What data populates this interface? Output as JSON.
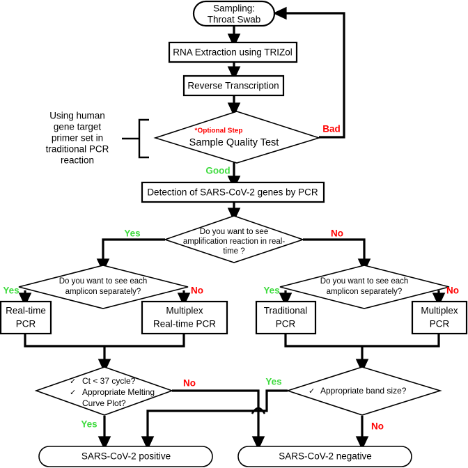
{
  "diagram": {
    "title": "SARS-CoV-2 RT-PCR diagnostic decision flowchart",
    "colors": {
      "yes": "#3fdb3f",
      "no": "#ff0000",
      "optional": "#ff0000",
      "line": "#000000",
      "background": "#ffffff"
    },
    "nodes": {
      "sampling": {
        "line1": "Sampling:",
        "line2": "Throat Swab",
        "shape": "oval"
      },
      "rna_extraction": {
        "label": "RNA Extraction using TRIZol",
        "shape": "rectangle"
      },
      "reverse_transcription": {
        "label": "Reverse Transcription",
        "shape": "rectangle"
      },
      "quality_test": {
        "optional_note": "*Optional Step",
        "label": "Sample Quality Test",
        "shape": "diamond"
      },
      "detection": {
        "label": "Detection of SARS-CoV-2 genes by PCR",
        "shape": "rectangle"
      },
      "realtime_question": {
        "line1": "Do you want to see",
        "line2": "amplification reaction in real-",
        "line3": "time ?",
        "shape": "diamond"
      },
      "amplicon_question_left": {
        "line1": "Do you want to see each",
        "line2": "amplicon separately?",
        "shape": "diamond"
      },
      "amplicon_question_right": {
        "line1": "Do you want to see each",
        "line2": "amplicon separately?",
        "shape": "diamond"
      },
      "realtime_pcr": {
        "line1": "Real-time",
        "line2": "PCR",
        "shape": "rectangle"
      },
      "multiplex_realtime_pcr": {
        "line1": "Multiplex",
        "line2": "Real-time PCR",
        "shape": "rectangle"
      },
      "traditional_pcr": {
        "line1": "Traditional",
        "line2": "PCR",
        "shape": "rectangle"
      },
      "multiplex_pcr": {
        "line1": "Multiplex",
        "line2": "PCR",
        "shape": "rectangle"
      },
      "ct_check": {
        "check1": "Ct < 37 cycle?",
        "check2a": "Appropriate Melting",
        "check2b": "Curve Plot?",
        "checkmark": "✓",
        "shape": "diamond"
      },
      "band_check": {
        "check1": "Appropriate band size?",
        "checkmark": "✓",
        "shape": "diamond"
      },
      "positive": {
        "label": "SARS-CoV-2 positive",
        "shape": "oval"
      },
      "negative": {
        "label": "SARS-CoV-2 negative",
        "shape": "oval"
      }
    },
    "annotation": {
      "line1": "Using human",
      "line2": "gene target",
      "line3": "primer set in",
      "line4": "traditional PCR",
      "line5": "reaction"
    },
    "edge_labels": {
      "bad": "Bad",
      "good": "Good",
      "realtime_yes": "Yes",
      "realtime_no": "No",
      "amplicon_left_yes": "Yes",
      "amplicon_left_no": "No",
      "amplicon_right_yes": "Yes",
      "amplicon_right_no": "No",
      "ct_no": "No",
      "ct_yes": "Yes",
      "band_yes": "Yes",
      "band_no": "No"
    }
  }
}
